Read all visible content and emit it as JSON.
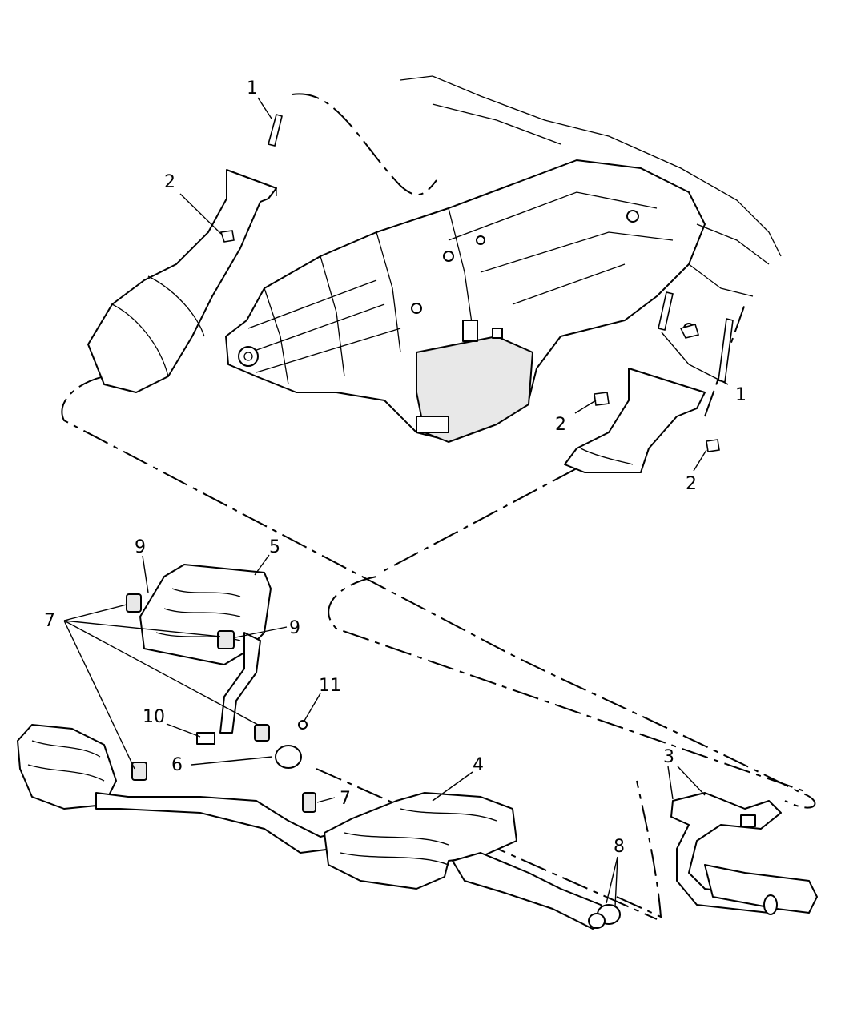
{
  "diagram": {
    "callouts": [
      {
        "id": "c1a",
        "text": "1"
      },
      {
        "id": "c1b",
        "text": "1"
      },
      {
        "id": "c2a",
        "text": "2"
      },
      {
        "id": "c2b",
        "text": "2"
      },
      {
        "id": "c2c",
        "text": "2"
      },
      {
        "id": "c3",
        "text": "3"
      },
      {
        "id": "c4",
        "text": "4"
      },
      {
        "id": "c5",
        "text": "5"
      },
      {
        "id": "c6",
        "text": "6"
      },
      {
        "id": "c7a",
        "text": "7"
      },
      {
        "id": "c7b",
        "text": "7"
      },
      {
        "id": "c8",
        "text": "8"
      },
      {
        "id": "c9a",
        "text": "9"
      },
      {
        "id": "c9b",
        "text": "9"
      },
      {
        "id": "c10",
        "text": "10"
      },
      {
        "id": "c11",
        "text": "11"
      }
    ]
  }
}
